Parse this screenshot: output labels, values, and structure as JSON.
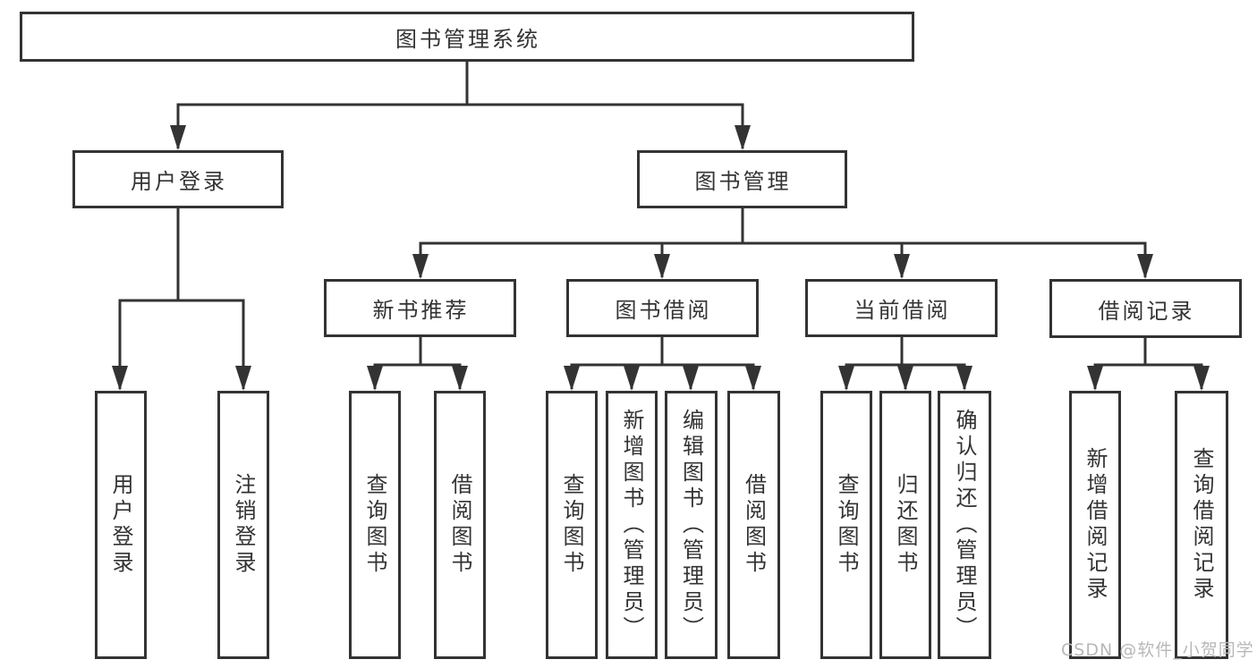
{
  "tree": {
    "label": "图书管理系统",
    "children": [
      {
        "label": "用户登录",
        "children": [
          {
            "label": "用户登录"
          },
          {
            "label": "注销登录"
          }
        ]
      },
      {
        "label": "图书管理",
        "children": [
          {
            "label": "新书推荐",
            "children": [
              {
                "label": "查询图书"
              },
              {
                "label": "借阅图书"
              }
            ]
          },
          {
            "label": "图书借阅",
            "children": [
              {
                "label": "查询图书"
              },
              {
                "label": "新增图书（管理员）"
              },
              {
                "label": "编辑图书（管理员）"
              },
              {
                "label": "借阅图书"
              }
            ]
          },
          {
            "label": "当前借阅",
            "children": [
              {
                "label": "查询图书"
              },
              {
                "label": "归还图书"
              },
              {
                "label": "确认归还（管理员）"
              }
            ]
          },
          {
            "label": "借阅记录",
            "children": [
              {
                "label": "新增借阅记录"
              },
              {
                "label": "查询借阅记录"
              }
            ]
          }
        ]
      }
    ]
  },
  "watermark": {
    "text": "CSDN @软件_小贺同学",
    "color": "#b8b8b8"
  },
  "colors": {
    "line": "#333333",
    "box_border": "#333333",
    "text": "#333333",
    "background": "#ffffff"
  }
}
